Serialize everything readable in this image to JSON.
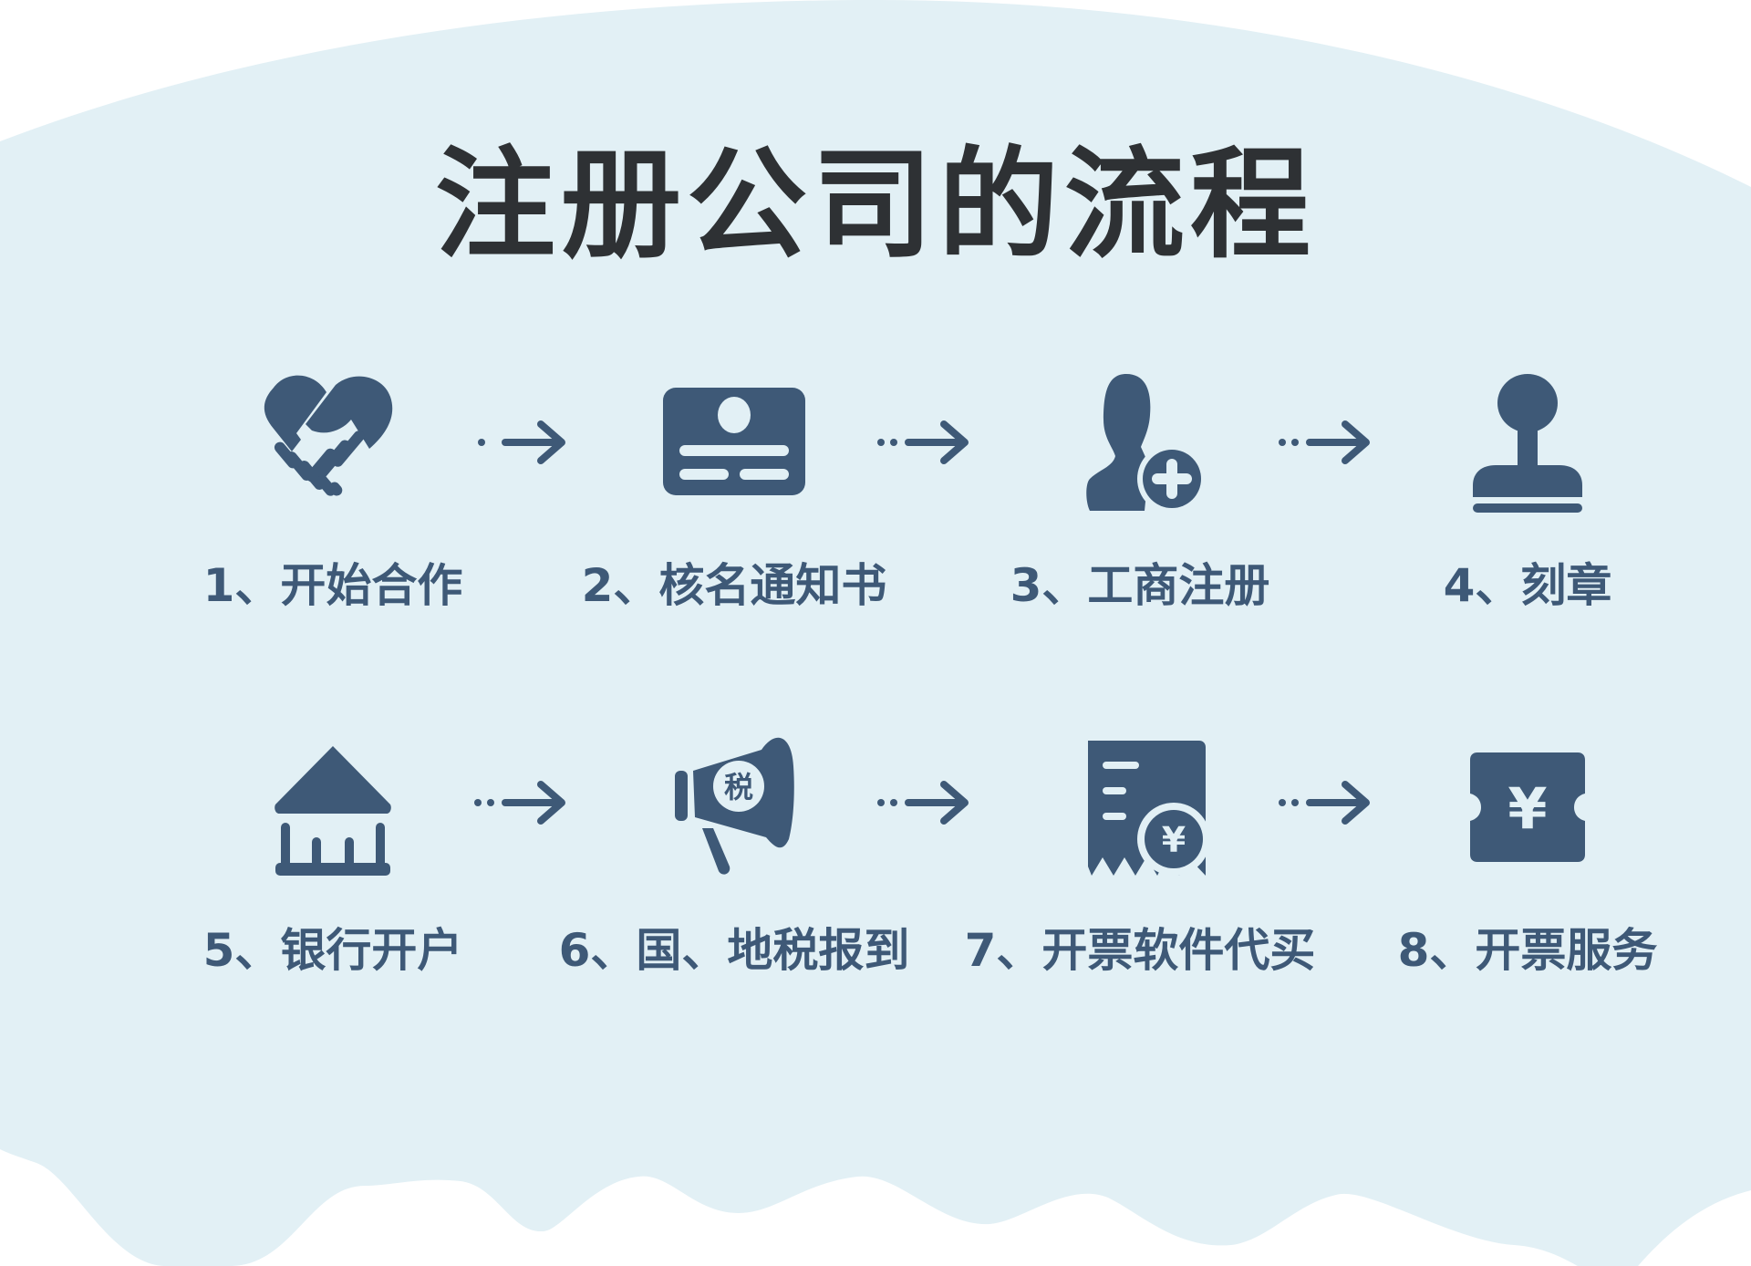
{
  "title": "注册公司的流程",
  "colors": {
    "background": "#ffffff",
    "blob": "#e2f0f5",
    "title": "#2e3134",
    "icon": "#3e5977",
    "label": "#3e5977"
  },
  "steps": [
    {
      "number": "1",
      "label": "1、开始合作",
      "icon": "handshake-heart-icon"
    },
    {
      "number": "2",
      "label": "2、核名通知书",
      "icon": "id-card-icon"
    },
    {
      "number": "3",
      "label": "3、工商注册",
      "icon": "user-add-icon"
    },
    {
      "number": "4",
      "label": "4、刻章",
      "icon": "stamp-icon"
    },
    {
      "number": "5",
      "label": "5、银行开户",
      "icon": "bank-icon"
    },
    {
      "number": "6",
      "label": "6、国、地税报到",
      "icon": "megaphone-tax-icon",
      "icon_text": "税"
    },
    {
      "number": "7",
      "label": "7、开票软件代买",
      "icon": "receipt-yuan-icon",
      "icon_text": "¥"
    },
    {
      "number": "8",
      "label": "8、开票服务",
      "icon": "yuan-ticket-icon",
      "icon_text": "¥"
    }
  ],
  "arrows": [
    "dotted-arrow-right-icon",
    "dotted-arrow-right-icon",
    "dotted-arrow-right-icon",
    "dotted-arrow-right-icon",
    "dotted-arrow-right-icon",
    "dotted-arrow-right-icon"
  ]
}
